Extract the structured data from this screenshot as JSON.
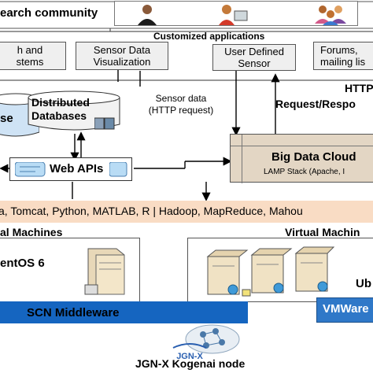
{
  "top": {
    "research_label": "earch community",
    "customized_label": "Customized applications"
  },
  "apps": {
    "item1_line1": "h and",
    "item1_line2": "stems",
    "item2_line1": "Sensor Data",
    "item2_line2": "Visualization",
    "item3_line1": "User Defined",
    "item3_line2": "Sensor",
    "item4_line1": "Forums,",
    "item4_line2": "mailing lis"
  },
  "middle": {
    "http_label": "HTTP",
    "request_label": "Request/Respo",
    "sensor_data_line1": "Sensor data",
    "sensor_data_line2": "(HTTP request)",
    "db_left_label": "se",
    "db_label_line1": "Distributed",
    "db_label_line2": "Databases",
    "webapi_label": "Web APIs",
    "bigdata_title": "Big Data Cloud",
    "bigdata_sub": "LAMP Stack (Apache, I"
  },
  "stack": {
    "tools": "a, Tomcat, Python, MATLAB, R | Hadoop, MapReduce, Mahou"
  },
  "vm": {
    "left_title": "al Machines",
    "left_os": "entOS 6",
    "right_title": "Virtual Machin",
    "right_os": "Ub"
  },
  "bottom": {
    "middleware_label": "SCN Middleware",
    "vmware_label": "VMWare",
    "logo_text": "JGN-X",
    "node_label": "JGN-X Kogenai node"
  },
  "colors": {
    "band_orange": "#f9dcc4",
    "middleware_blue": "#1565c0",
    "vmware_blue": "#2f78c8",
    "bigdata_tan": "#e3d6c4",
    "header_gray": "#efefef"
  }
}
